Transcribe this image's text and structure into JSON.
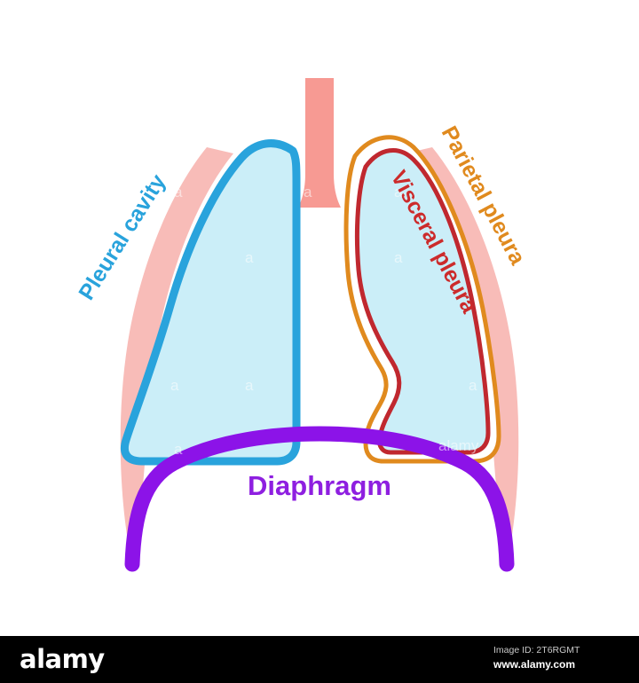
{
  "figure": {
    "kind": "anatomical-diagram",
    "subject": "Pleural cavity, pleurae and diaphragm of the human lungs",
    "background_color": "#ffffff",
    "labels": {
      "pleural_cavity": "Pleural cavity",
      "parietal_pleura": "Parietal pleura",
      "visceral_pleura": "Visceral pleura",
      "diaphragm": "Diaphragm"
    },
    "colors": {
      "pleural_cavity_label": "#29a3dc",
      "parietal_pleura_label": "#e08a1e",
      "visceral_pleura_label": "#cc2b2b",
      "diaphragm_label": "#8e1fe0",
      "chest_wall_pink": "#f8bcb8",
      "lung_fill": "#cbeef8",
      "lung_outline_blue": "#29a3dc",
      "parietal_outline_orange": "#e08a1e",
      "visceral_outline_red": "#c0282f",
      "trachea_pink": "#f79a93",
      "diaphragm_purple": "#8c13e8"
    },
    "parts": [
      {
        "name": "trachea",
        "color": "#f79a93"
      },
      {
        "name": "chest-wall",
        "color": "#f8bcb8"
      },
      {
        "name": "left-lung",
        "color": "#cbeef8"
      },
      {
        "name": "right-lung",
        "color": "#cbeef8"
      },
      {
        "name": "diaphragm",
        "color": "#8c13e8"
      }
    ],
    "ghost_watermarks": [
      "a",
      "a",
      "a",
      "a",
      "a",
      "a",
      "a",
      "a",
      "a",
      "a",
      "alamy"
    ]
  },
  "watermark": {
    "logo": "alamy",
    "image_id": "Image ID: 2T6RGMT",
    "url": "www.alamy.com"
  }
}
